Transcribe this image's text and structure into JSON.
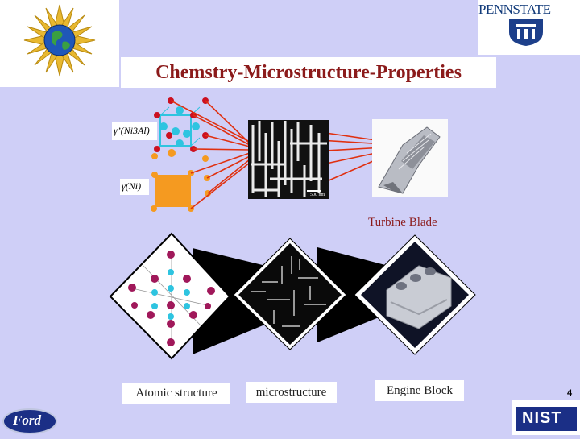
{
  "slide": {
    "title": "Chemstry-Microstructure-Properties",
    "page_number": "4"
  },
  "logos": {
    "top_right": "PENNSTATE",
    "bottom_left": "Ford",
    "bottom_right": "NIST"
  },
  "phases": {
    "gamma_prime": "γ’(Ni3Al)",
    "gamma": "γ(Ni)"
  },
  "micrograph_scale": "500 nm",
  "captions": {
    "turbine": "Turbine Blade",
    "atomic": "Atomic structure",
    "micro": "microstructure",
    "engine": "Engine Block"
  },
  "colors": {
    "background": "#cfcff7",
    "title": "#8b1a1a",
    "connector_lines": "#e03010",
    "atom_red": "#cc1020",
    "atom_cyan": "#2ec4e0",
    "atom_orange": "#f59a20"
  }
}
